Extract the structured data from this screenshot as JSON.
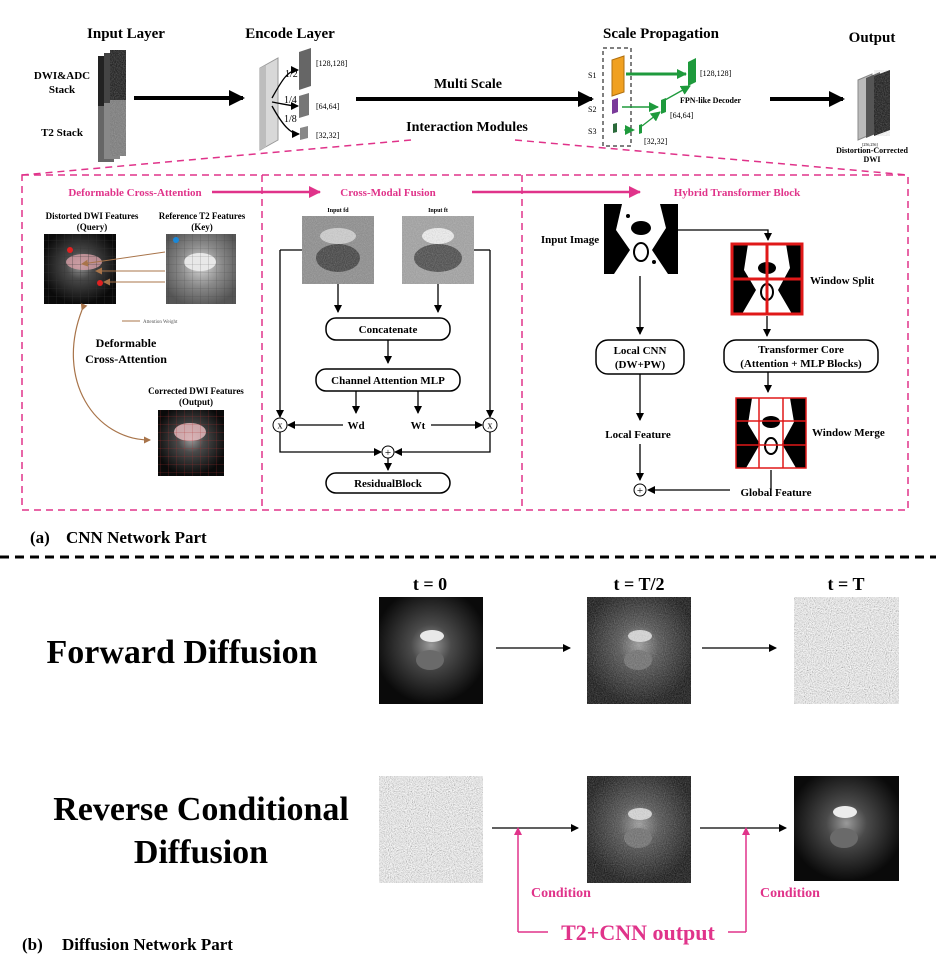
{
  "colors": {
    "magenta": "#e0338a",
    "green": "#1e9a3c",
    "orange": "#f0a020",
    "purple": "#7a3a9a",
    "brown": "#a8744a",
    "red": "#e01818",
    "black": "#000000"
  },
  "top": {
    "input_layer": "Input Layer",
    "dwi_adc_line1": "DWI&ADC",
    "dwi_adc_line2": "Stack",
    "t2_stack": "T2 Stack",
    "encode_layer": "Encode Layer",
    "enc_half": "1/2",
    "enc_quarter": "1/4",
    "enc_eighth": "1/8",
    "dim_128": "[128,128]",
    "dim_64": "[64,64]",
    "dim_32": "[32,32]",
    "multi_scale": "Multi Scale",
    "interaction_modules": "Interaction Modules",
    "scale_propagation": "Scale Propagation",
    "s1": "S1",
    "s2": "S2",
    "s3": "S3",
    "sp_128": "[128,128]",
    "sp_64": "[64,64]",
    "sp_32": "[32,32]",
    "fpn_decoder": "FPN-like Decoder",
    "output": "Output",
    "out_dim": "[256,256]",
    "distortion_corrected": "Distortion-Corrected",
    "dwi": "DWI"
  },
  "panel1": {
    "title": "Deformable Cross-Attention",
    "query_label1": "Distorted DWI Features",
    "query_label2": "(Query)",
    "key_label1": "Reference T2 Features",
    "key_label2": "(Key)",
    "attention_weight": "Attention Weight",
    "dca_label1": "Deformable",
    "dca_label2": "Cross-Attention",
    "out_label1": "Corrected DWI Features",
    "out_label2": "(Output)"
  },
  "panel2": {
    "title": "Cross-Modal Fusion",
    "input_fd": "Input fd",
    "input_ft": "Input ft",
    "concatenate": "Concatenate",
    "channel_attention": "Channel Attention MLP",
    "wd": "Wd",
    "wt": "Wt",
    "multiply": "x",
    "plus": "+",
    "residual_block": "ResidualBlock"
  },
  "panel3": {
    "title": "Hybrid Transformer Block",
    "input_image": "Input Image",
    "window_split": "Window Split",
    "local_cnn1": "Local CNN",
    "local_cnn2": "(DW+PW)",
    "transformer_core1": "Transformer Core",
    "transformer_core2": "(Attention + MLP Blocks)",
    "window_merge": "Window Merge",
    "local_feature": "Local Feature",
    "global_feature": "Global Feature",
    "plus": "+"
  },
  "part_a": {
    "tag": "(a)",
    "label": "CNN Network Part"
  },
  "diffusion": {
    "t0": "t = 0",
    "tmid": "t = T/2",
    "tT": "t = T",
    "forward": "Forward Diffusion",
    "reverse1": "Reverse Conditional",
    "reverse2": "Diffusion",
    "condition": "Condition",
    "t2_cnn_output": "T2+CNN output"
  },
  "part_b": {
    "tag": "(b)",
    "label": "Diffusion Network Part"
  }
}
